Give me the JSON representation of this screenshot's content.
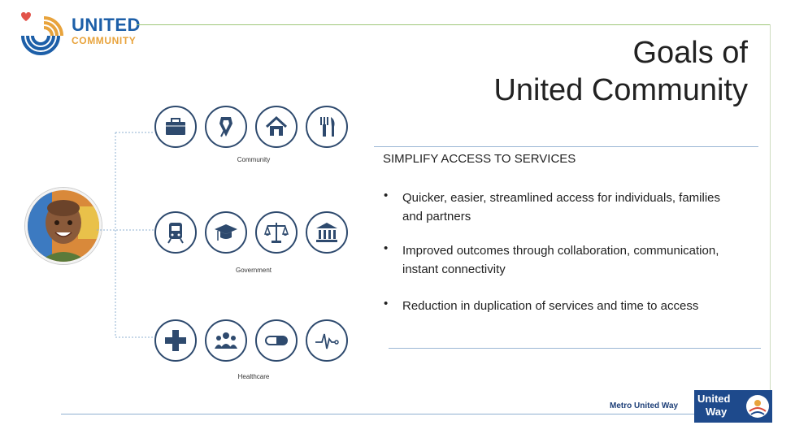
{
  "logo": {
    "word1": "UNITED",
    "word2": "COMMUNITY"
  },
  "title": {
    "line1": "Goals of",
    "line2": "United Community"
  },
  "groups": [
    {
      "label": "Community",
      "icons": [
        "briefcase-icon",
        "ribbon-icon",
        "house-icon",
        "fork-knife-icon"
      ]
    },
    {
      "label": "Government",
      "icons": [
        "train-icon",
        "graduation-cap-icon",
        "scales-icon",
        "courthouse-icon"
      ]
    },
    {
      "label": "Healthcare",
      "icons": [
        "medical-cross-icon",
        "people-icon",
        "pill-icon",
        "heartbeat-icon"
      ]
    }
  ],
  "panel": {
    "heading": "SIMPLIFY ACCESS TO SERVICES",
    "bullets": [
      "Quicker, easier, streamlined access for individuals, families and partners",
      "Improved outcomes through collaboration, communication, instant connectivity",
      "Reduction in duplication of services and time to access"
    ]
  },
  "footer": {
    "metro": "Metro United Way",
    "uw_line1": "United",
    "uw_line2": "Way"
  },
  "colors": {
    "brand_blue": "#1d5fa8",
    "brand_orange": "#e8a33c",
    "icon_stroke": "#2e4a6e"
  }
}
